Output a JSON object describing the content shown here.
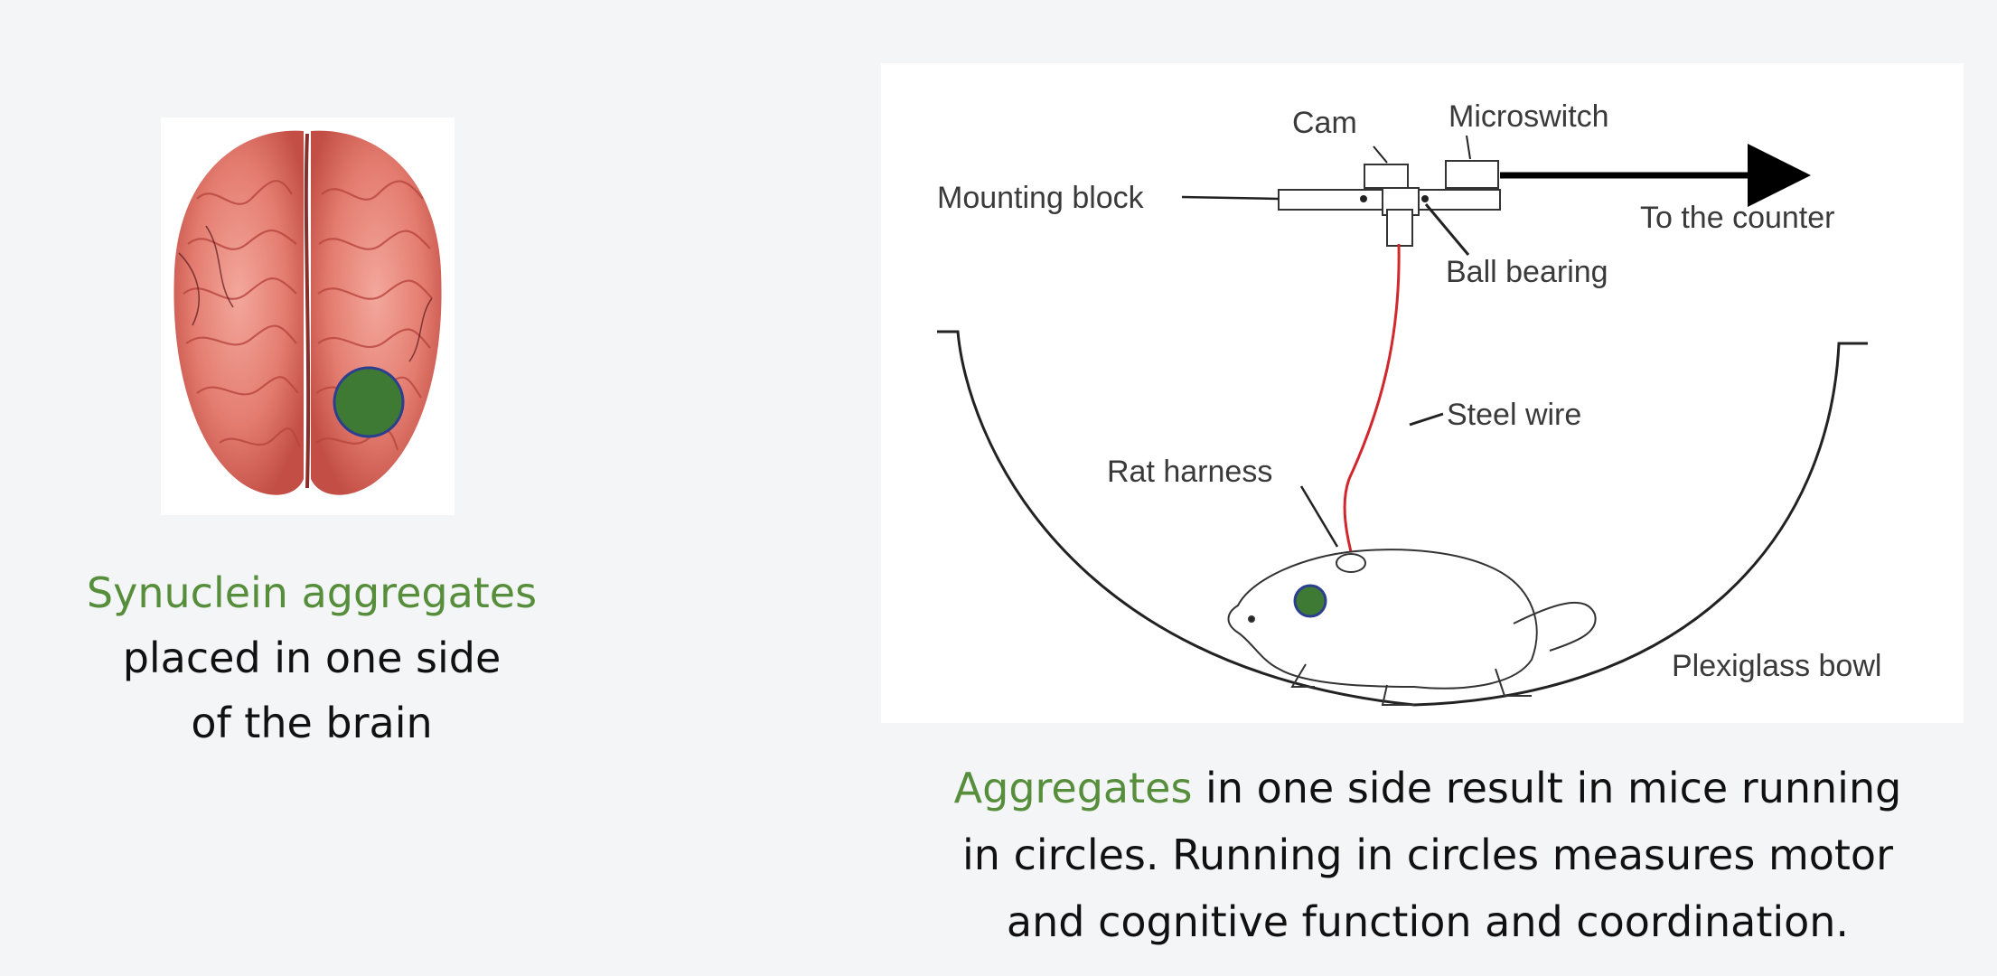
{
  "left_caption": {
    "highlight": "Synuclein aggregates",
    "line2": "placed in one side",
    "line3": "of the brain"
  },
  "diagram_labels": {
    "cam": "Cam",
    "microswitch": "Microswitch",
    "mounting_block": "Mounting block",
    "to_the_counter": "To the counter",
    "ball_bearing": "Ball bearing",
    "steel_wire": "Steel wire",
    "rat_harness": "Rat harness",
    "plexiglass_bowl": "Plexiglass bowl"
  },
  "right_caption": {
    "highlight": "Aggregates",
    "line1_rest": " in one side result in mice running",
    "line2": "in circles.  Running in circles measures motor",
    "line3": "and cognitive function and coordination."
  },
  "colors": {
    "green_text": "#568e3c",
    "aggregate_marker": "#3f7a35",
    "marker_outline": "#2c3e8f",
    "wire": "#d0282c",
    "brain": "#e8857a"
  }
}
